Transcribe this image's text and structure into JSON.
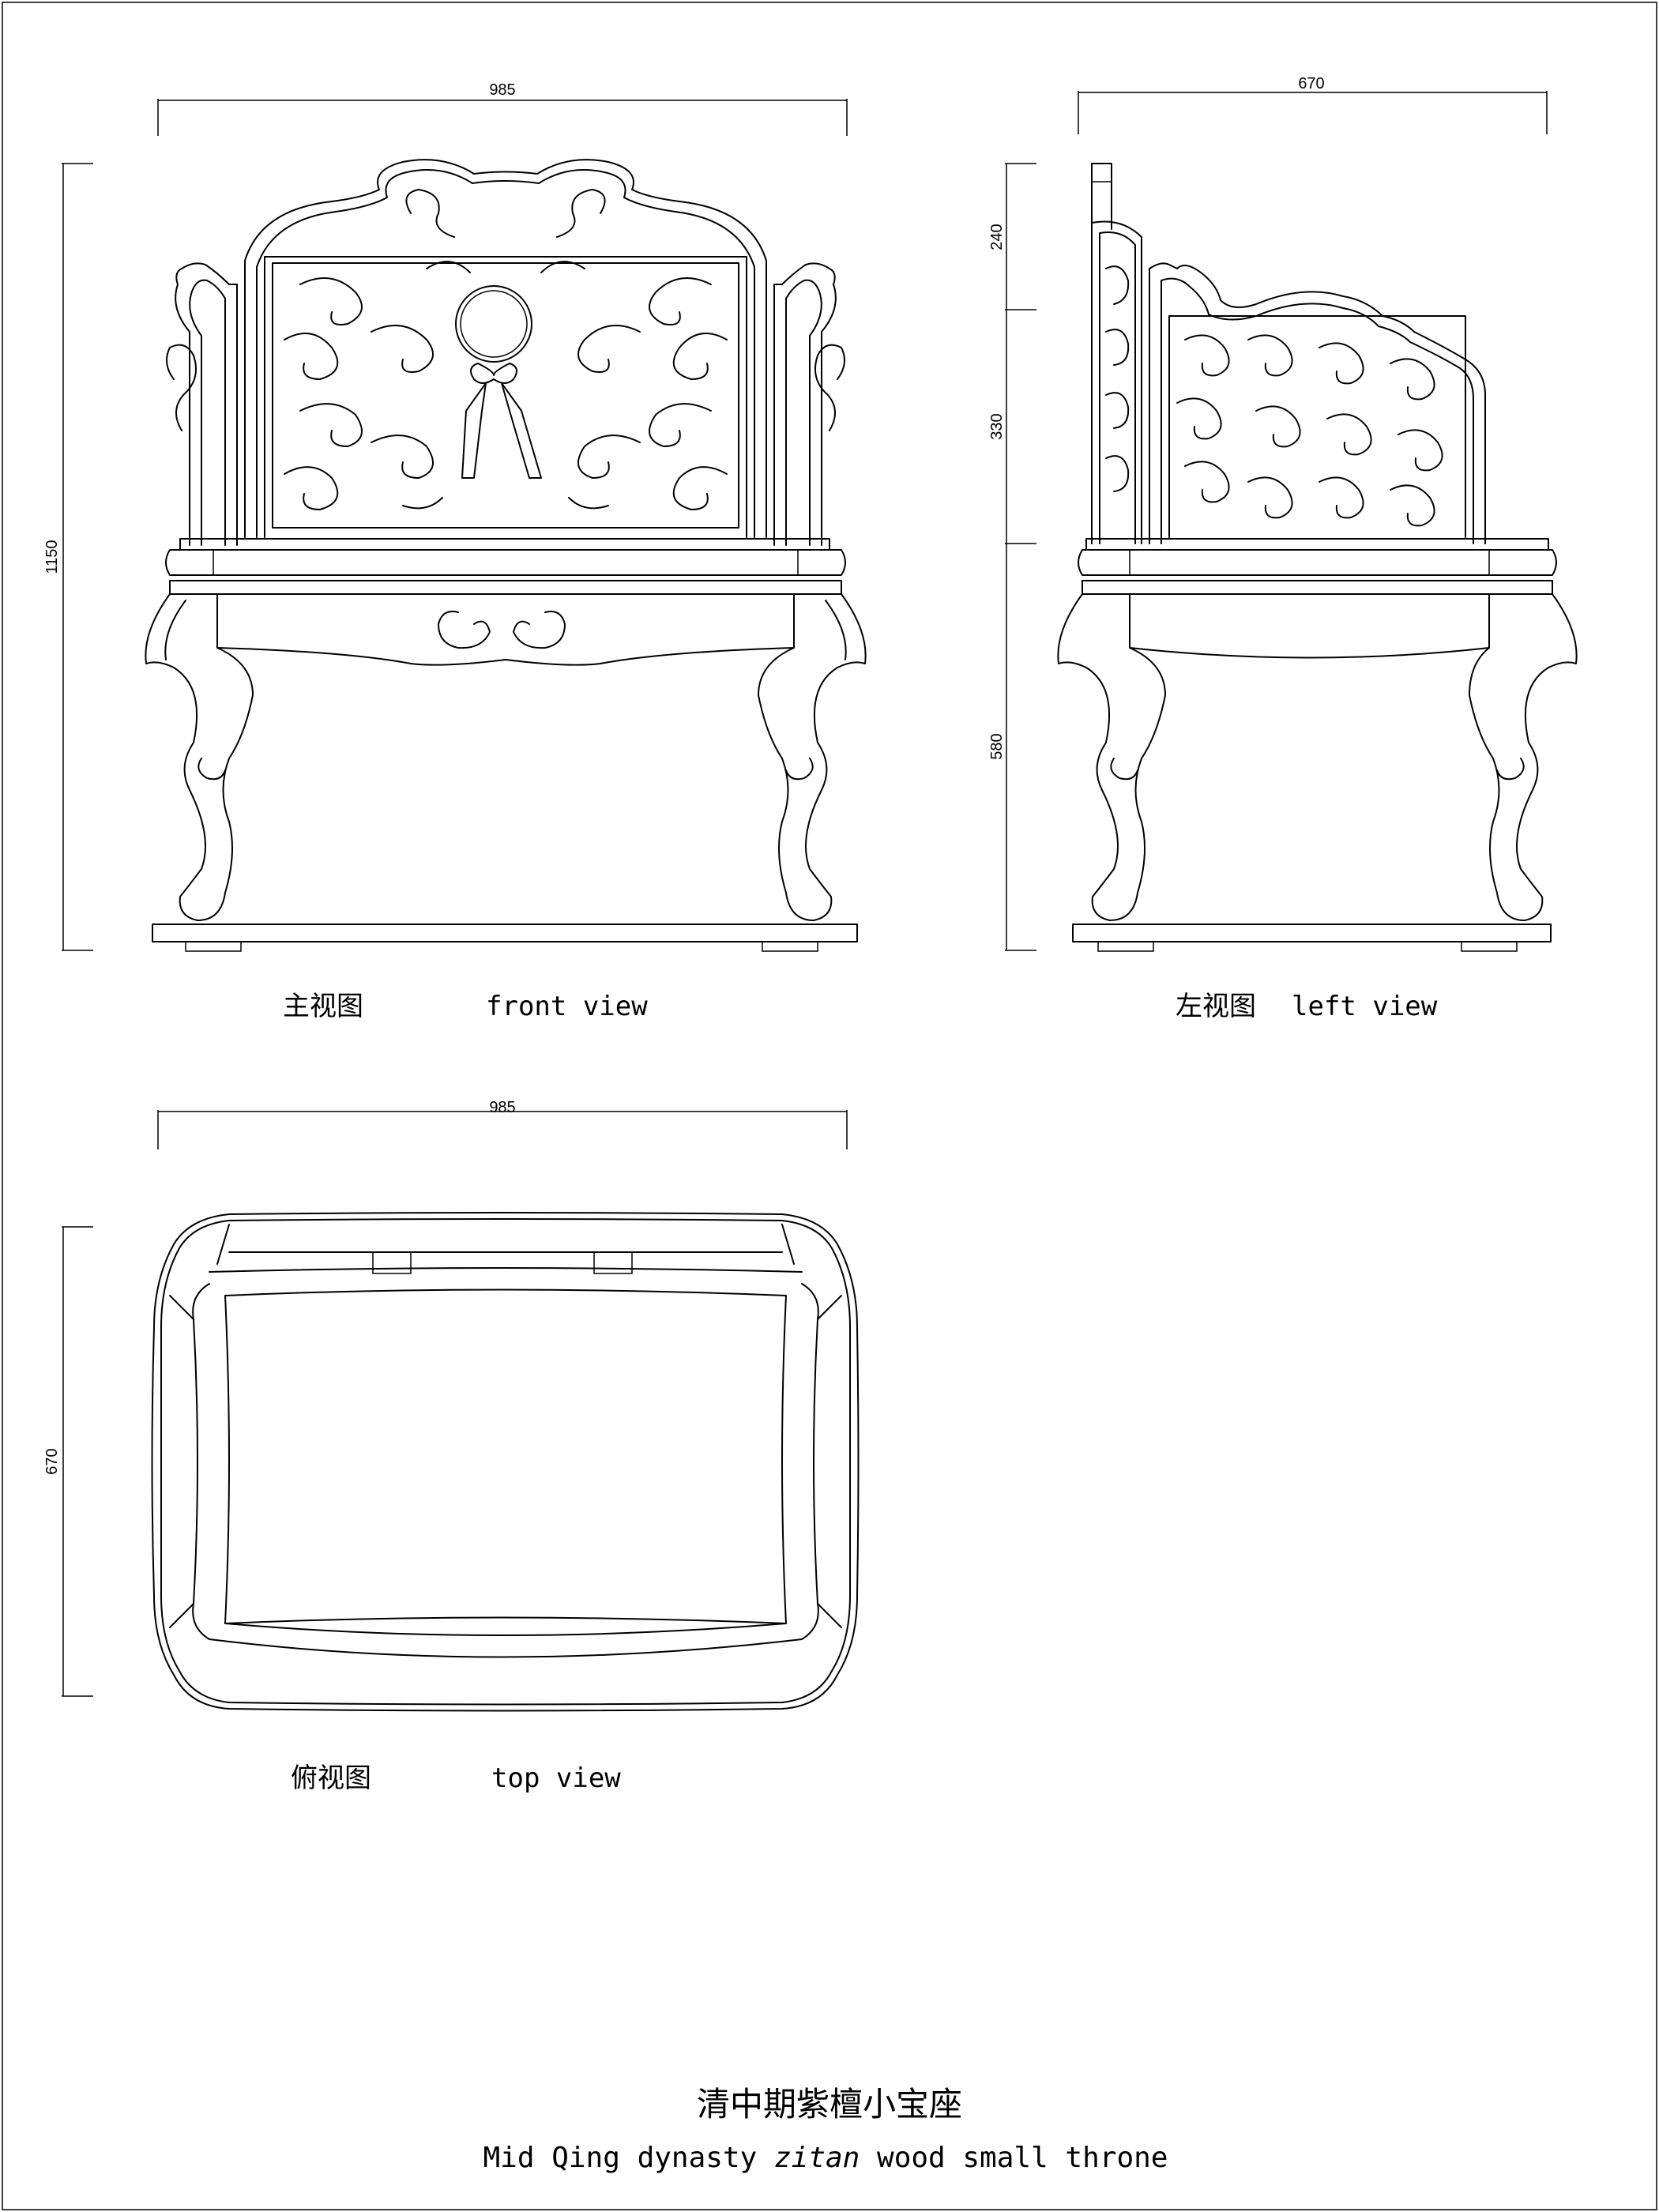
{
  "views": {
    "front": {
      "caption_zh": "主视图",
      "caption_en": "front view",
      "dim_width": "985",
      "dim_height": "1150"
    },
    "left": {
      "caption_zh": "左视图",
      "caption_en": "left view",
      "dim_depth": "670",
      "dim_back": "240",
      "dim_rest": "330",
      "dim_seat": "580"
    },
    "top": {
      "caption_zh": "俯视图",
      "caption_en": "top view",
      "dim_width": "985",
      "dim_depth": "670"
    }
  },
  "title": {
    "zh": "清中期紫檀小宝座",
    "en_pre": "Mid Qing dynasty ",
    "en_italic": "zitan",
    "en_post": " wood small throne"
  }
}
